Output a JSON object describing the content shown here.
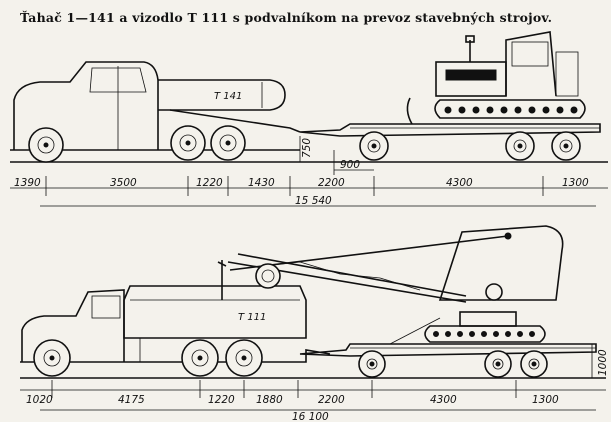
{
  "caption": "Ťahač 1—141 a vizodlo T 111 s podvalníkom na prevoz stavebných strojov.",
  "top_figure": {
    "tractor_label": "T 141",
    "dims": [
      "1390",
      "3500",
      "1220",
      "1430",
      "2200",
      "4300",
      "1300"
    ],
    "height_label": "750",
    "offset_label": "900",
    "total_label": "15 540"
  },
  "bottom_figure": {
    "truck_label": "T 111",
    "dims": [
      "1020",
      "4175",
      "1220",
      "1880",
      "2200",
      "4300",
      "1300"
    ],
    "height_label": "1000",
    "total_label": "16 100"
  }
}
